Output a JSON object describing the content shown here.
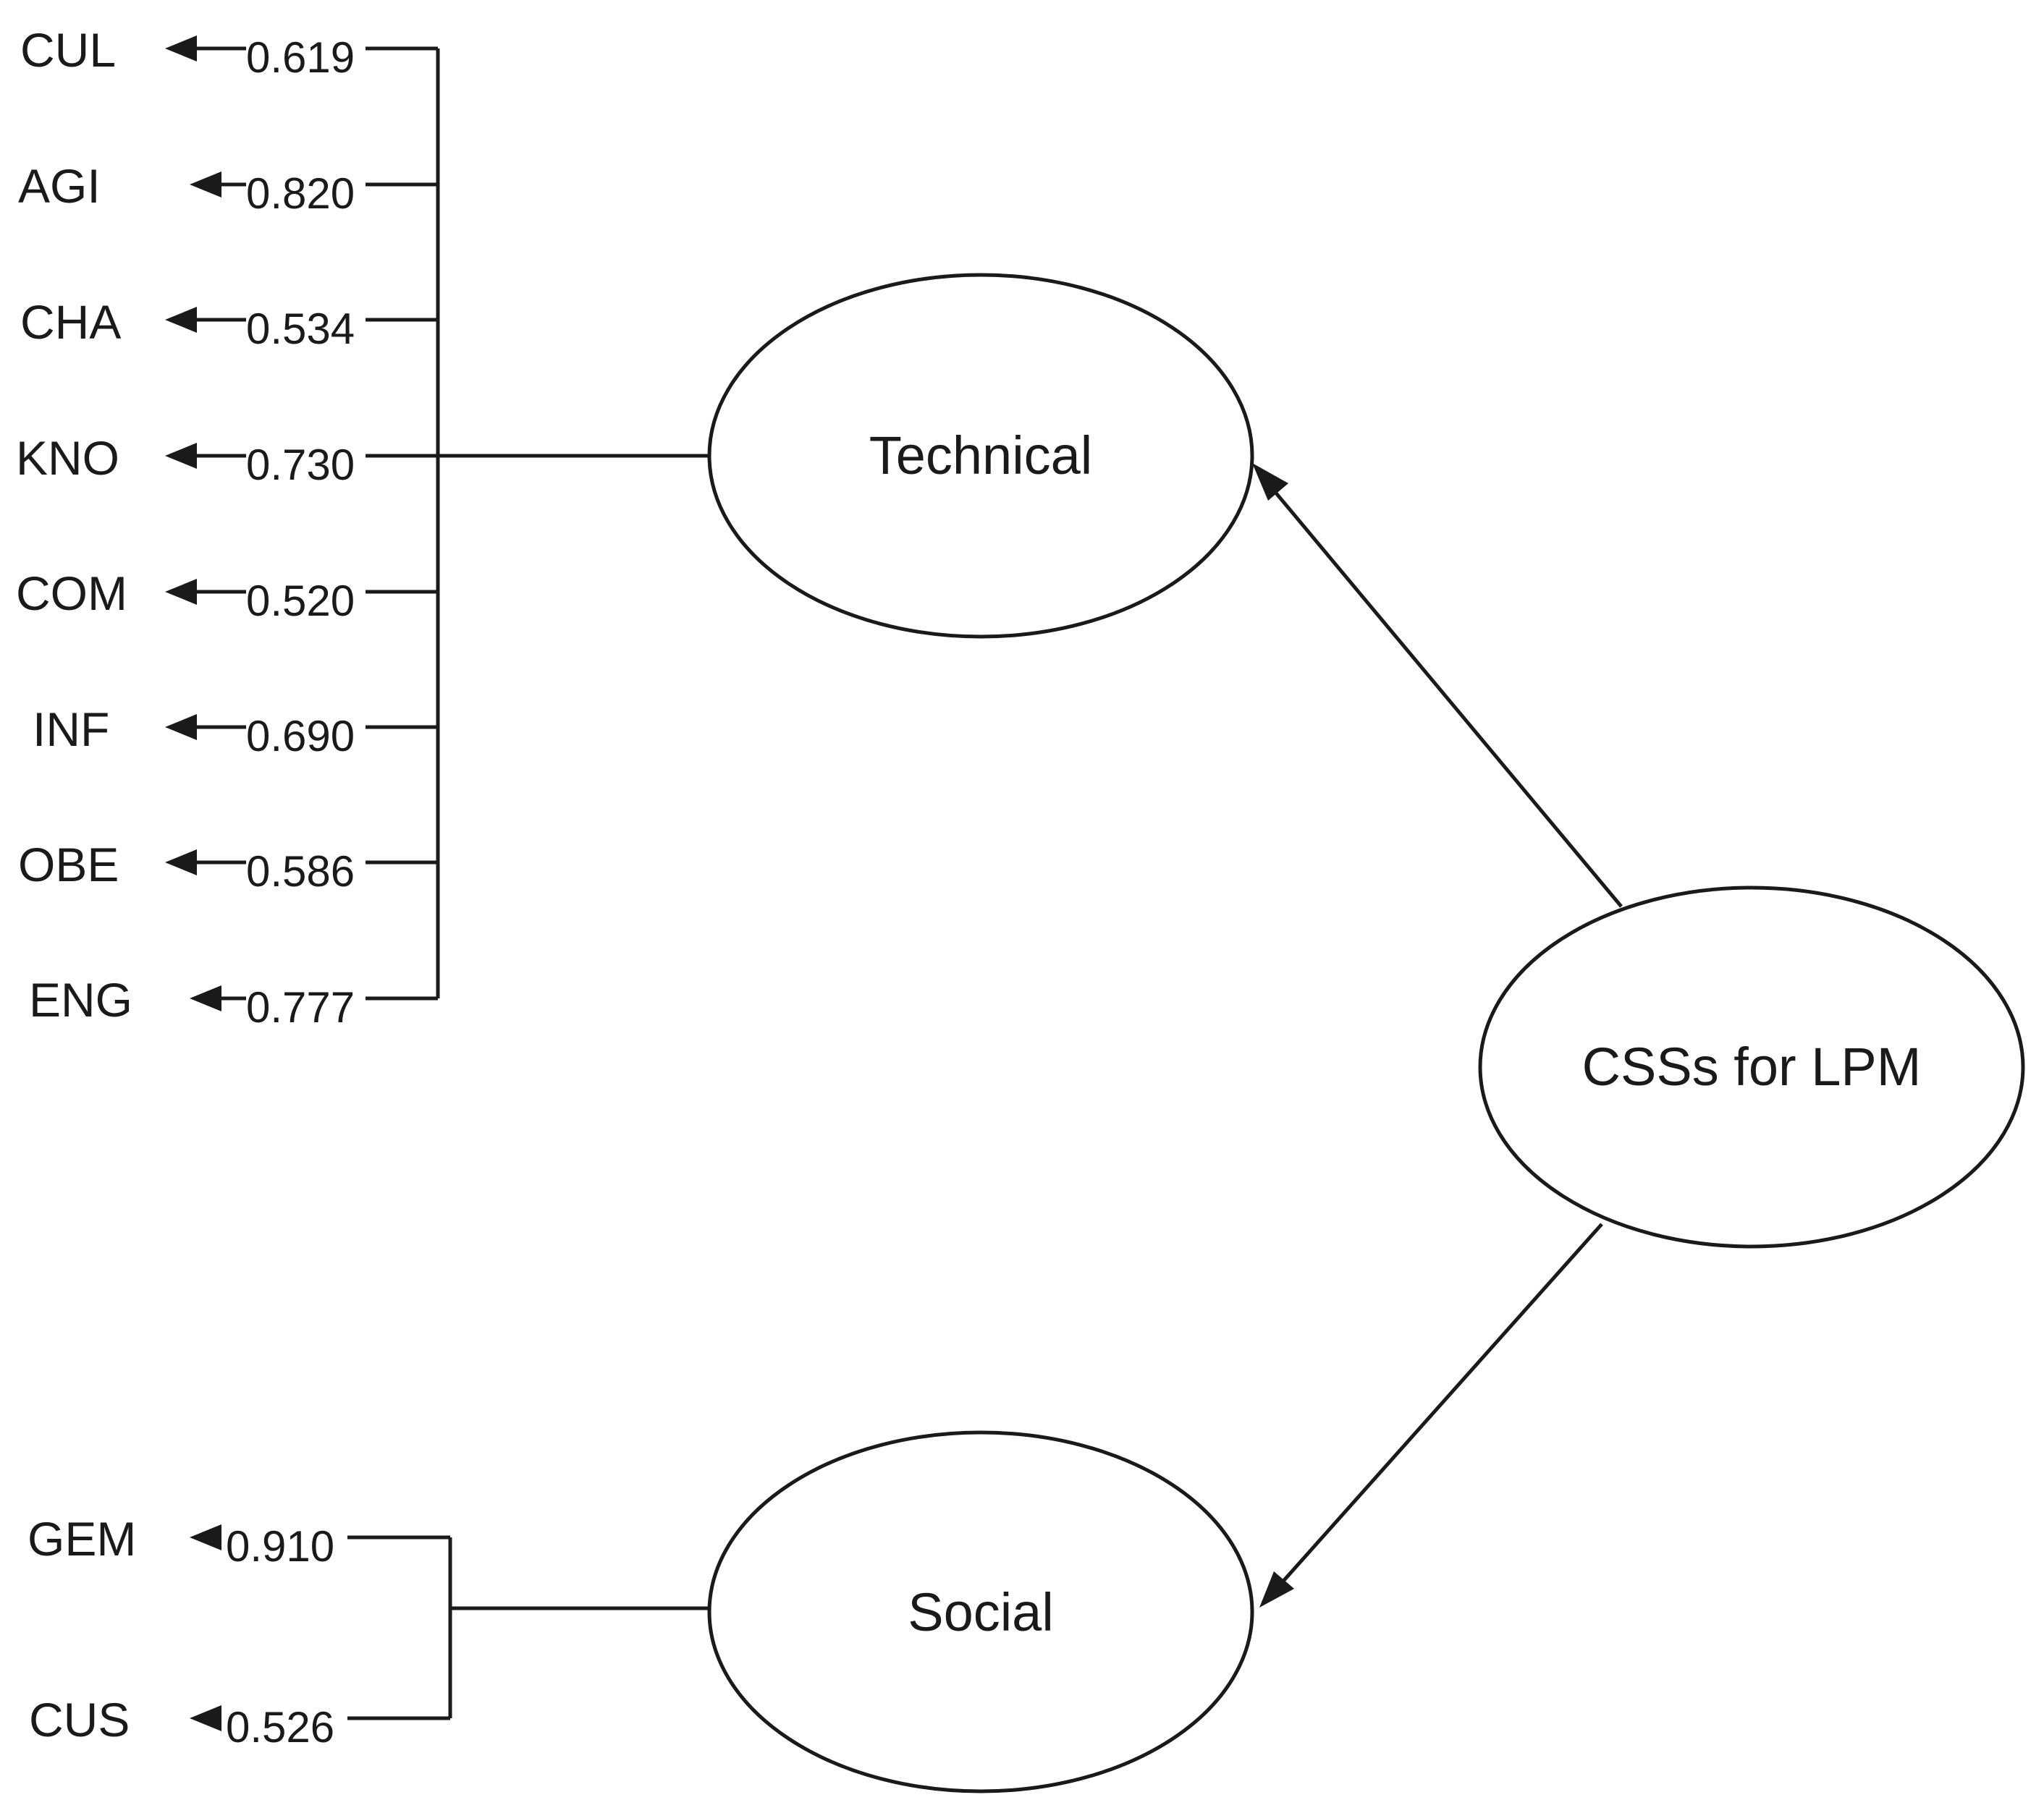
{
  "diagram": {
    "root": {
      "label": "CSSs for LPM"
    },
    "factors": [
      {
        "label": "Technical",
        "indicators": [
          {
            "label": "CUL",
            "loading": "0.619"
          },
          {
            "label": "AGI",
            "loading": "0.820"
          },
          {
            "label": "CHA",
            "loading": "0.534"
          },
          {
            "label": "KNO",
            "loading": "0.730"
          },
          {
            "label": "COM",
            "loading": "0.520"
          },
          {
            "label": "INF",
            "loading": "0.690"
          },
          {
            "label": "OBE",
            "loading": "0.586"
          },
          {
            "label": "ENG",
            "loading": "0.777"
          }
        ]
      },
      {
        "label": "Social",
        "indicators": [
          {
            "label": "GEM",
            "loading": "0.910"
          },
          {
            "label": "CUS",
            "loading": "0.526"
          }
        ]
      }
    ]
  }
}
